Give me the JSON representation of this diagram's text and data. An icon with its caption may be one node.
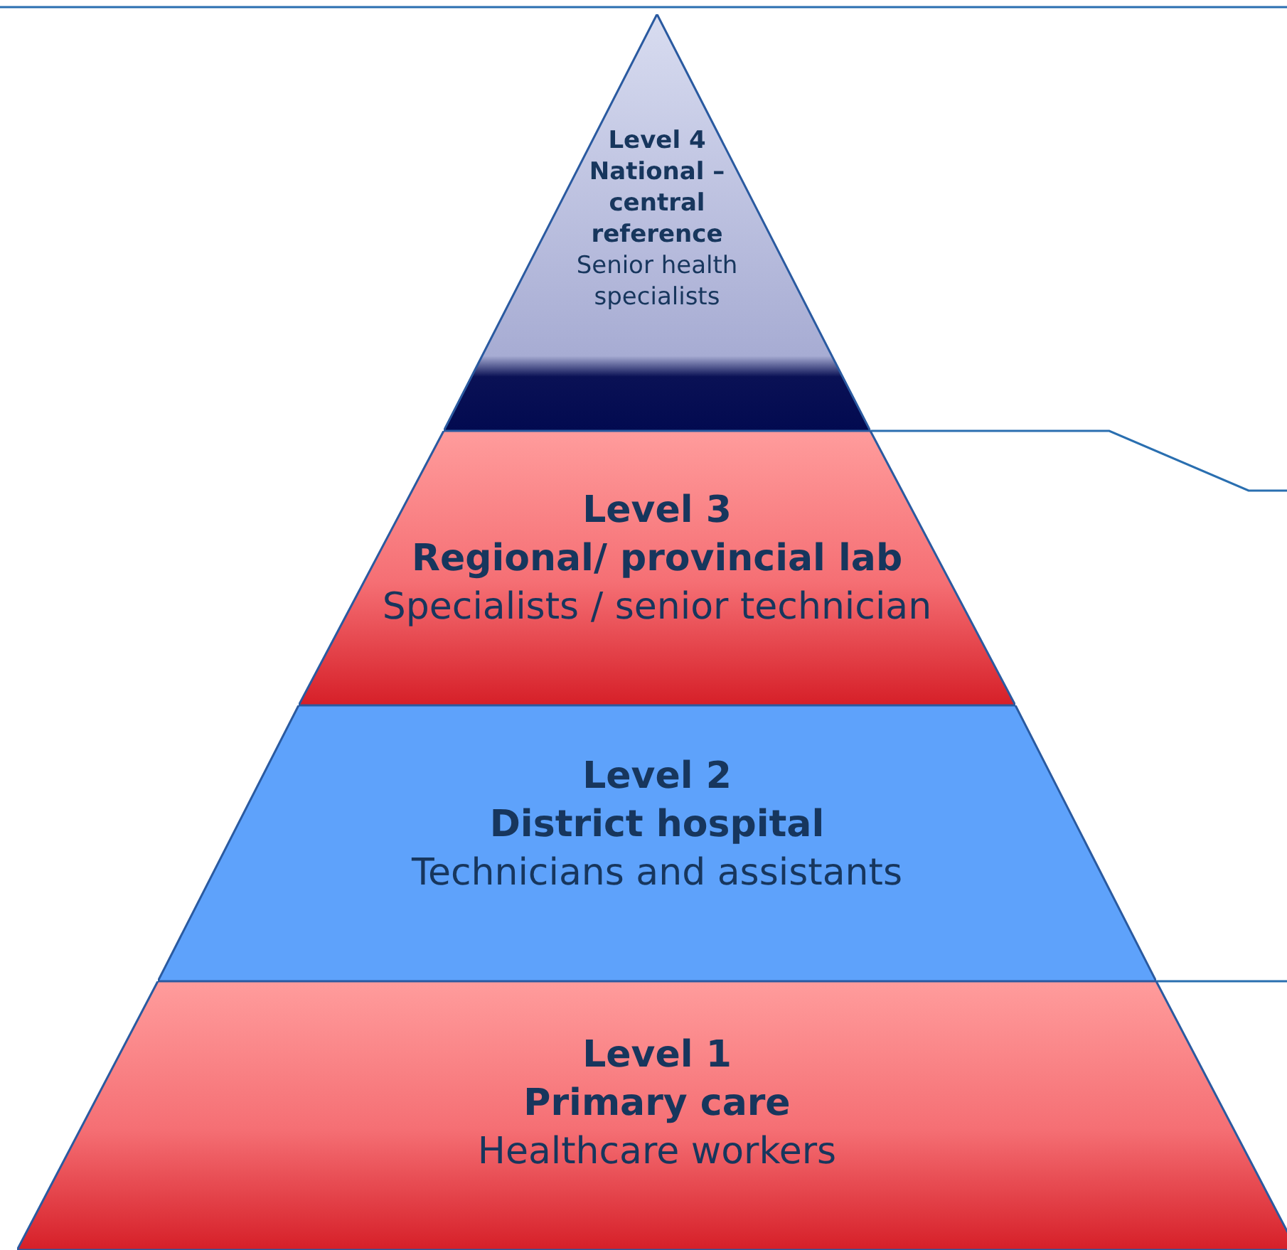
{
  "diagram": {
    "nodes": [
      {
        "text": [
          "Level 4",
          "National – central reference",
          "Senior health specialists"
        ]
      },
      {
        "text": [
          "Level 3",
          "Regional/ provincial lab",
          "Specialists / senior technician"
        ]
      },
      {
        "text": [
          "Level 2",
          "District hospital",
          "Technicians and assistants"
        ]
      },
      {
        "text": [
          "Level 1",
          "Primary care",
          "Healthcare workers"
        ]
      }
    ],
    "edges": []
  }
}
